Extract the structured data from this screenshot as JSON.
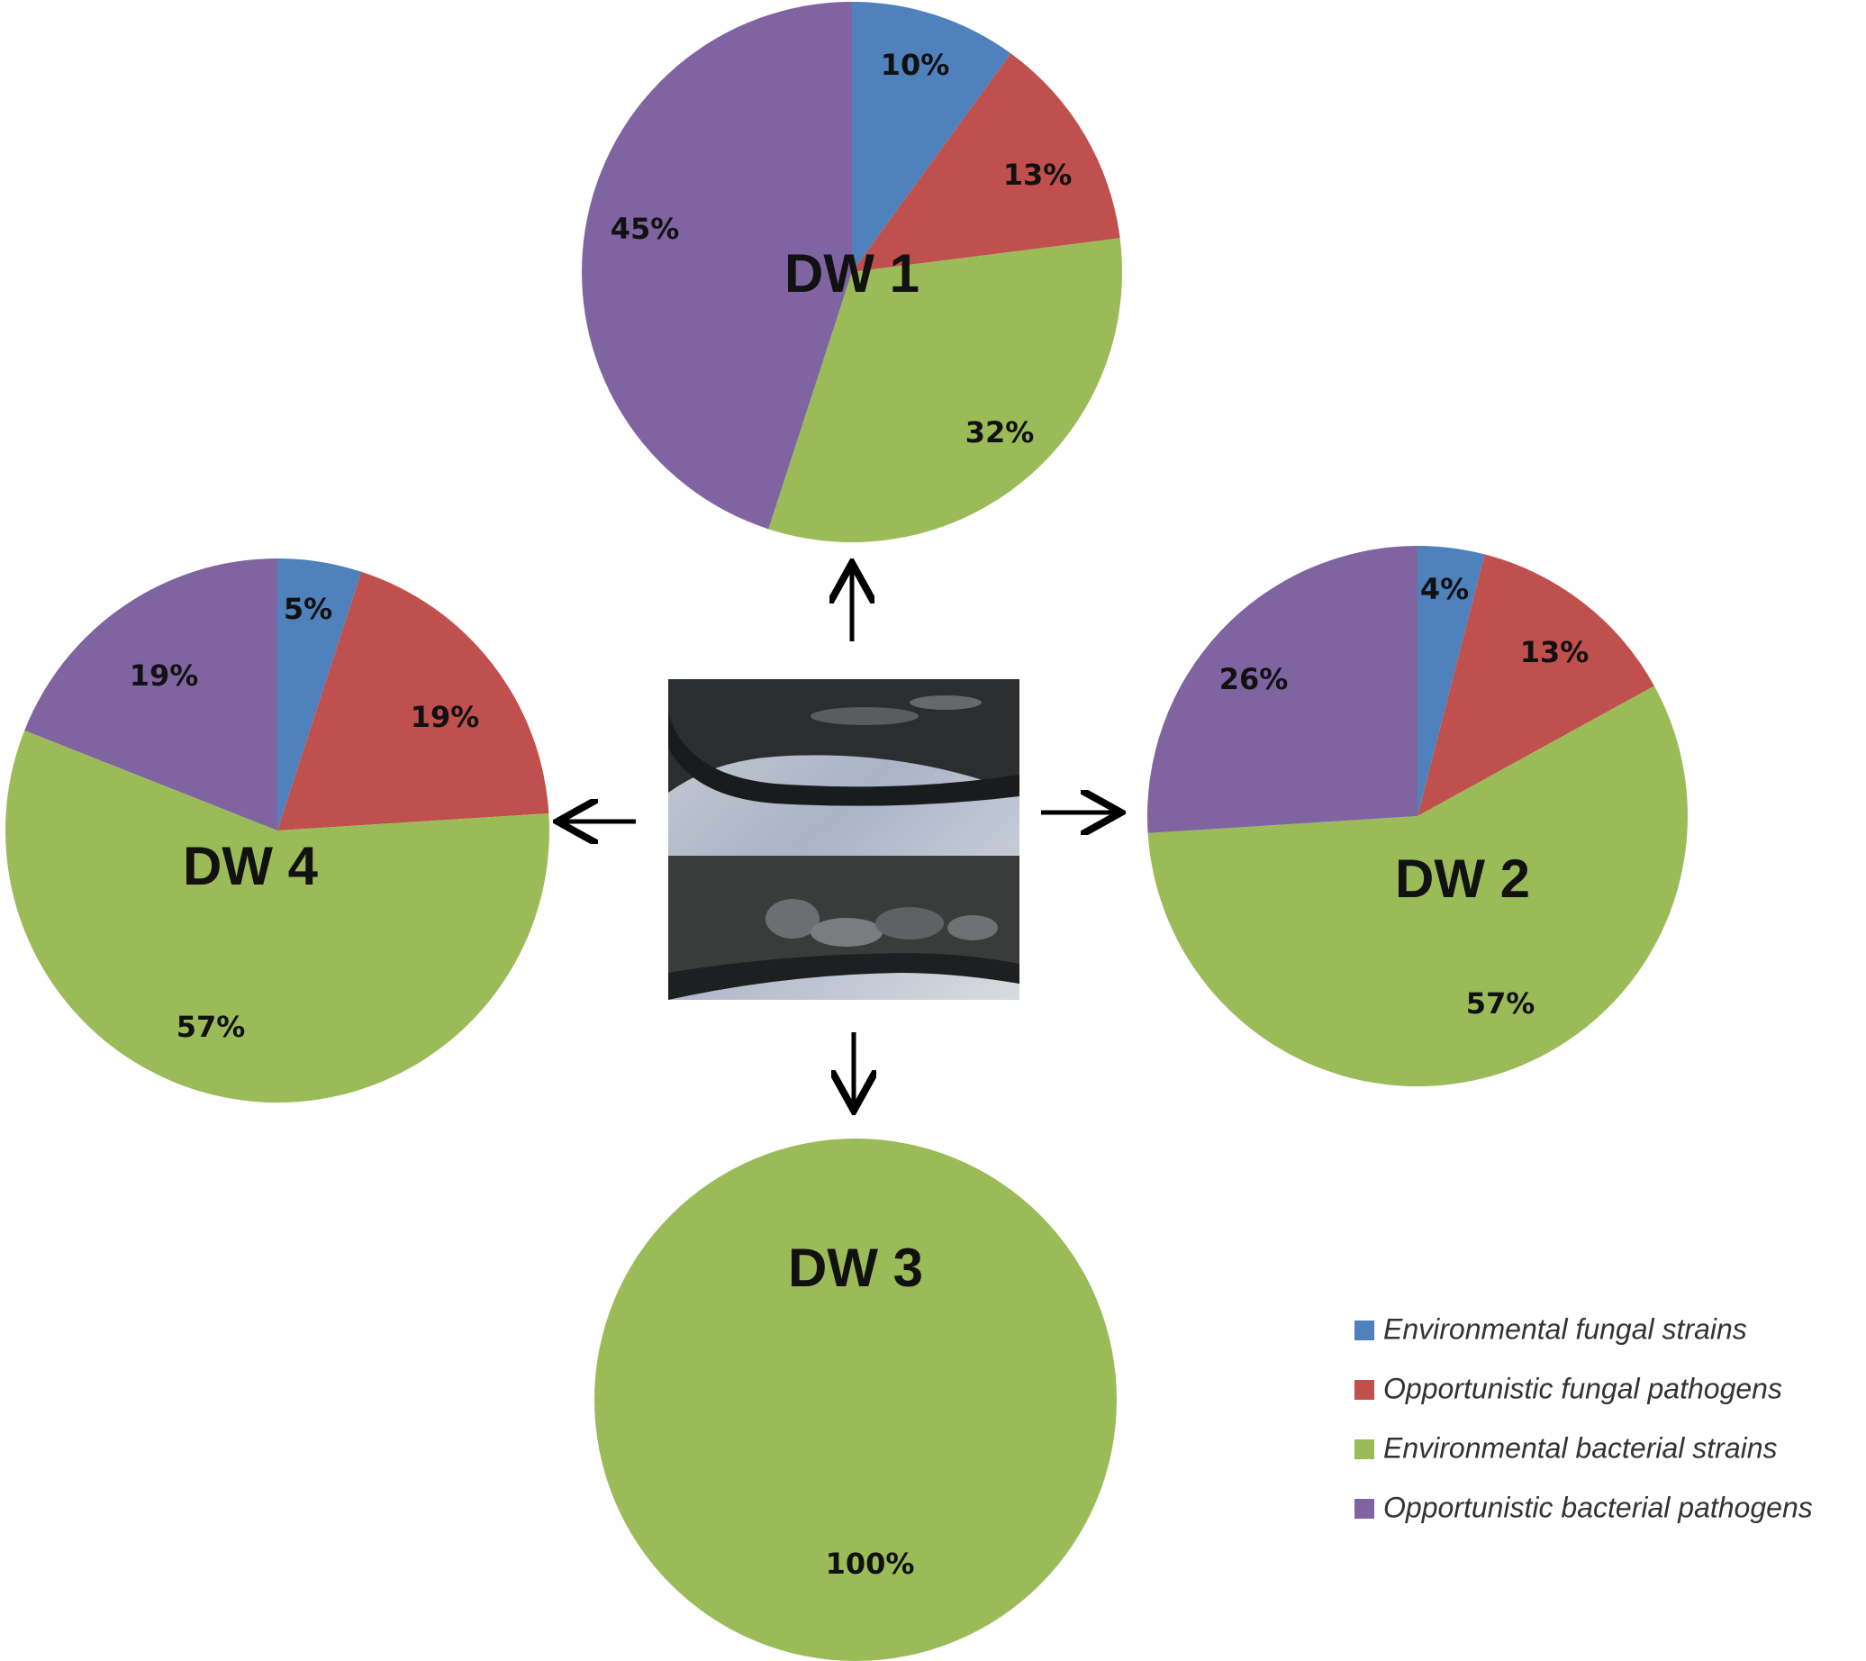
{
  "chart_data": [
    {
      "type": "pie",
      "title": "DW 1",
      "categories": [
        "Environmental fungal strains",
        "Opportunistic fungal pathogens",
        "Environmental bacterial strains",
        "Opportunistic bacterial pathogens"
      ],
      "values": [
        10,
        13,
        32,
        45
      ],
      "labels": [
        "10%",
        "13%",
        "32%",
        "45%"
      ]
    },
    {
      "type": "pie",
      "title": "DW 2",
      "categories": [
        "Environmental fungal strains",
        "Opportunistic fungal pathogens",
        "Environmental bacterial strains",
        "Opportunistic bacterial pathogens"
      ],
      "values": [
        4,
        13,
        57,
        26
      ],
      "labels": [
        "4%",
        "13%",
        "57%",
        "26%"
      ]
    },
    {
      "type": "pie",
      "title": "DW 3",
      "categories": [
        "Environmental fungal strains",
        "Opportunistic fungal pathogens",
        "Environmental bacterial strains",
        "Opportunistic bacterial pathogens"
      ],
      "values": [
        0,
        0,
        100,
        0
      ],
      "labels": [
        "",
        "",
        "100%",
        ""
      ]
    },
    {
      "type": "pie",
      "title": "DW 4",
      "categories": [
        "Environmental fungal strains",
        "Opportunistic fungal pathogens",
        "Environmental bacterial strains",
        "Opportunistic bacterial pathogens"
      ],
      "values": [
        5,
        19,
        57,
        19
      ],
      "labels": [
        "5%",
        "19%",
        "57%",
        "19%"
      ]
    }
  ],
  "legend": {
    "placement": "bottom-right",
    "items": [
      {
        "label": "Environmental fungal strains",
        "color": "#4f81bd"
      },
      {
        "label": "Opportunistic fungal pathogens",
        "color": "#c0504d"
      },
      {
        "label": "Environmental bacterial strains",
        "color": "#9bbb59"
      },
      {
        "label": "Opportunistic bacterial pathogens",
        "color": "#8064a2"
      }
    ]
  },
  "colors": [
    "#4f81bd",
    "#c0504d",
    "#9bbb59",
    "#8064a2"
  ],
  "center_image": {
    "description_icon": "photo-icon"
  }
}
